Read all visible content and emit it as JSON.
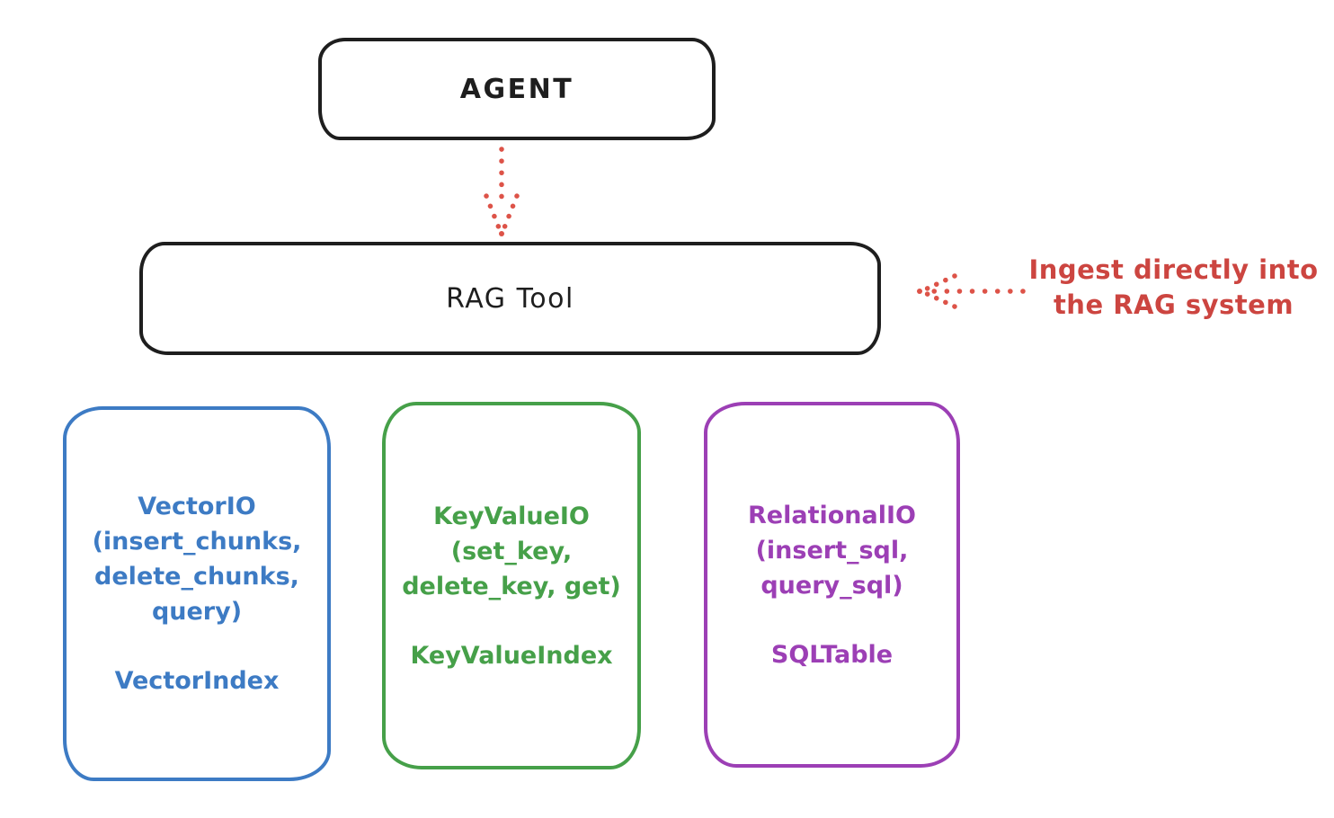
{
  "canvas": {
    "background": "#ffffff",
    "stroke_color": "#1e1e1e"
  },
  "nodes": {
    "agent": {
      "label": "AGENT"
    },
    "rag_tool": {
      "label": "RAG Tool"
    },
    "vector_io": {
      "color": "#3d7bc4",
      "lines": [
        "VectorIO",
        "(insert_chunks,",
        "delete_chunks,",
        "query)"
      ],
      "index_label": "VectorIndex"
    },
    "key_value_io": {
      "color": "#46a049",
      "lines": [
        "KeyValueIO",
        "(set_key,",
        "delete_key, get)"
      ],
      "index_label": "KeyValueIndex"
    },
    "relational_io": {
      "color": "#9c3fb5",
      "lines": [
        "RelationalIO",
        "(insert_sql,",
        "query_sql)"
      ],
      "index_label": "SQLTable"
    }
  },
  "annotation": {
    "color": "#cc4540",
    "line1": "Ingest directly into",
    "line2": "the RAG system"
  },
  "arrows": {
    "color": "#dd5348",
    "agent_to_rag_tool": "dotted-down-arrow",
    "annotation_to_rag_tool": "dotted-left-arrow"
  }
}
